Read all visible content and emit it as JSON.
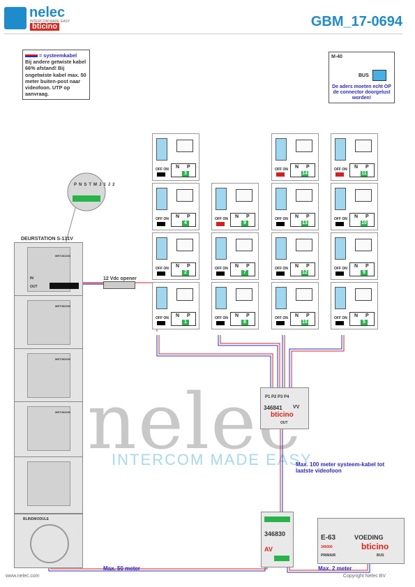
{
  "header": {
    "brand": "nelec",
    "brand_tagline": "INTERCOM MADE EASY",
    "brand_partner": "bticino",
    "doc_code": "GBM_17-0694"
  },
  "note": {
    "legend": "= systeemkabel",
    "text": "Bij andere getwiste kabel 66% afstand! Bij ongetwiste kabel max. 50 meter buiten-post naar videofoon. UTP op aanvraag."
  },
  "m40": {
    "title": "M-40",
    "bus_label": "BUS",
    "note": "De aders moeten echt OP de connector doorgelust worden!"
  },
  "door_station": {
    "title": "DEURSTATION S-131V",
    "terminals": [
      "P",
      "N",
      "S",
      "T",
      "M",
      "J1",
      "J2"
    ],
    "module_code": "MRT301000",
    "in_label": "IN",
    "out_label": "OUT",
    "extension_codes": [
      "MRT352000",
      "MRT352000",
      "MRT352000"
    ],
    "blind_module": "BLINDMODULE"
  },
  "opener": "12 Vdc opener",
  "videophone": {
    "off_on": "OFF ON",
    "n_label": "N",
    "p_label": "P"
  },
  "columns": [
    {
      "numbers": [
        "3",
        "4",
        "2",
        "1"
      ],
      "switch_red": [
        false,
        false,
        false,
        false
      ]
    },
    {
      "numbers": [
        "9",
        "7",
        "8"
      ],
      "switch_red": [
        true,
        false,
        false
      ]
    },
    {
      "numbers": [
        "14",
        "13",
        "12",
        "15"
      ],
      "switch_red": [
        true,
        false,
        false,
        false
      ]
    },
    {
      "numbers": [
        "11",
        "10",
        "9",
        "5"
      ],
      "switch_red": [
        true,
        false,
        false,
        false
      ]
    }
  ],
  "hub": {
    "ports": [
      "P1",
      "P2",
      "P3",
      "P4"
    ],
    "code": "346841",
    "vv": "VV",
    "brand": "bticino",
    "out_label": "OUT"
  },
  "psu": {
    "code": "346830",
    "label": "AV"
  },
  "voeding": {
    "model": "E-63",
    "title": "VOEDING",
    "code": "346000",
    "brand": "bticino",
    "primair": "PRIMAIR",
    "bus": "BUS"
  },
  "watermark": {
    "big": "nelec",
    "tagline": "INTERCOM MADE EASY"
  },
  "annotations": {
    "max100": "Max. 100 meter systeem-kabel tot laatste videofoon",
    "max50": "Max. 50 meter",
    "max2": "Max. 2 meter"
  },
  "footer": {
    "website": "www.nelec.com",
    "copyright": "Copyright Nelec BV"
  },
  "colors": {
    "brand_blue": "#1e8ccb",
    "system_cable": "#2a2ac8",
    "system_cable_red": "#d62020",
    "terminal_green": "#28b44b",
    "bticino_red": "#e2231a"
  }
}
